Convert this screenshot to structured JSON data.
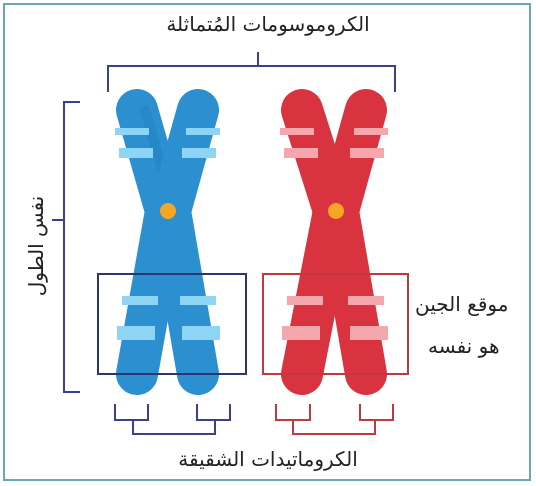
{
  "labels": {
    "homologous": "الكروموسومات المُتماثلة",
    "sister_chromatids": "الكروماتيدات الشقيقة",
    "same_length": "نفس الطول",
    "gene_locus_line1": "موقع الجين",
    "gene_locus_line2": "هو نفسه"
  },
  "colors": {
    "blue_chromosome": "#2b8fd0",
    "blue_band": "#8ed4f5",
    "red_chromosome": "#d8333f",
    "red_band": "#f4a7ad",
    "centromere": "#f5a623",
    "bracket": "#3a3f8f",
    "blue_box": "#2c3570",
    "red_box": "#c0393f",
    "frame": "#6aa6b6"
  }
}
